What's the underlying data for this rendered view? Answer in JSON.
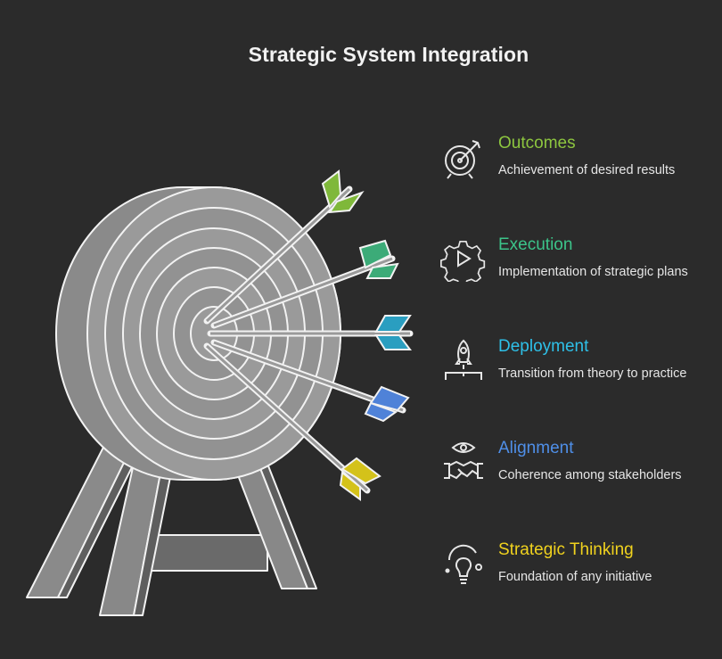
{
  "title": "Strategic System Integration",
  "items": [
    {
      "heading": "Outcomes",
      "description": "Achievement of desired results",
      "color": "#8dc63f",
      "icon": "target-icon"
    },
    {
      "heading": "Execution",
      "description": "Implementation of strategic plans",
      "color": "#3cc48a",
      "icon": "gear-play-icon"
    },
    {
      "heading": "Deployment",
      "description": "Transition from theory to practice",
      "color": "#2ec0e8",
      "icon": "rocket-icon"
    },
    {
      "heading": "Alignment",
      "description": "Coherence among stakeholders",
      "color": "#4f8fe8",
      "icon": "eye-handshake-icon"
    },
    {
      "heading": "Strategic Thinking",
      "description": "Foundation of any initiative",
      "color": "#f0d21e",
      "icon": "lightbulb-icon"
    }
  ]
}
